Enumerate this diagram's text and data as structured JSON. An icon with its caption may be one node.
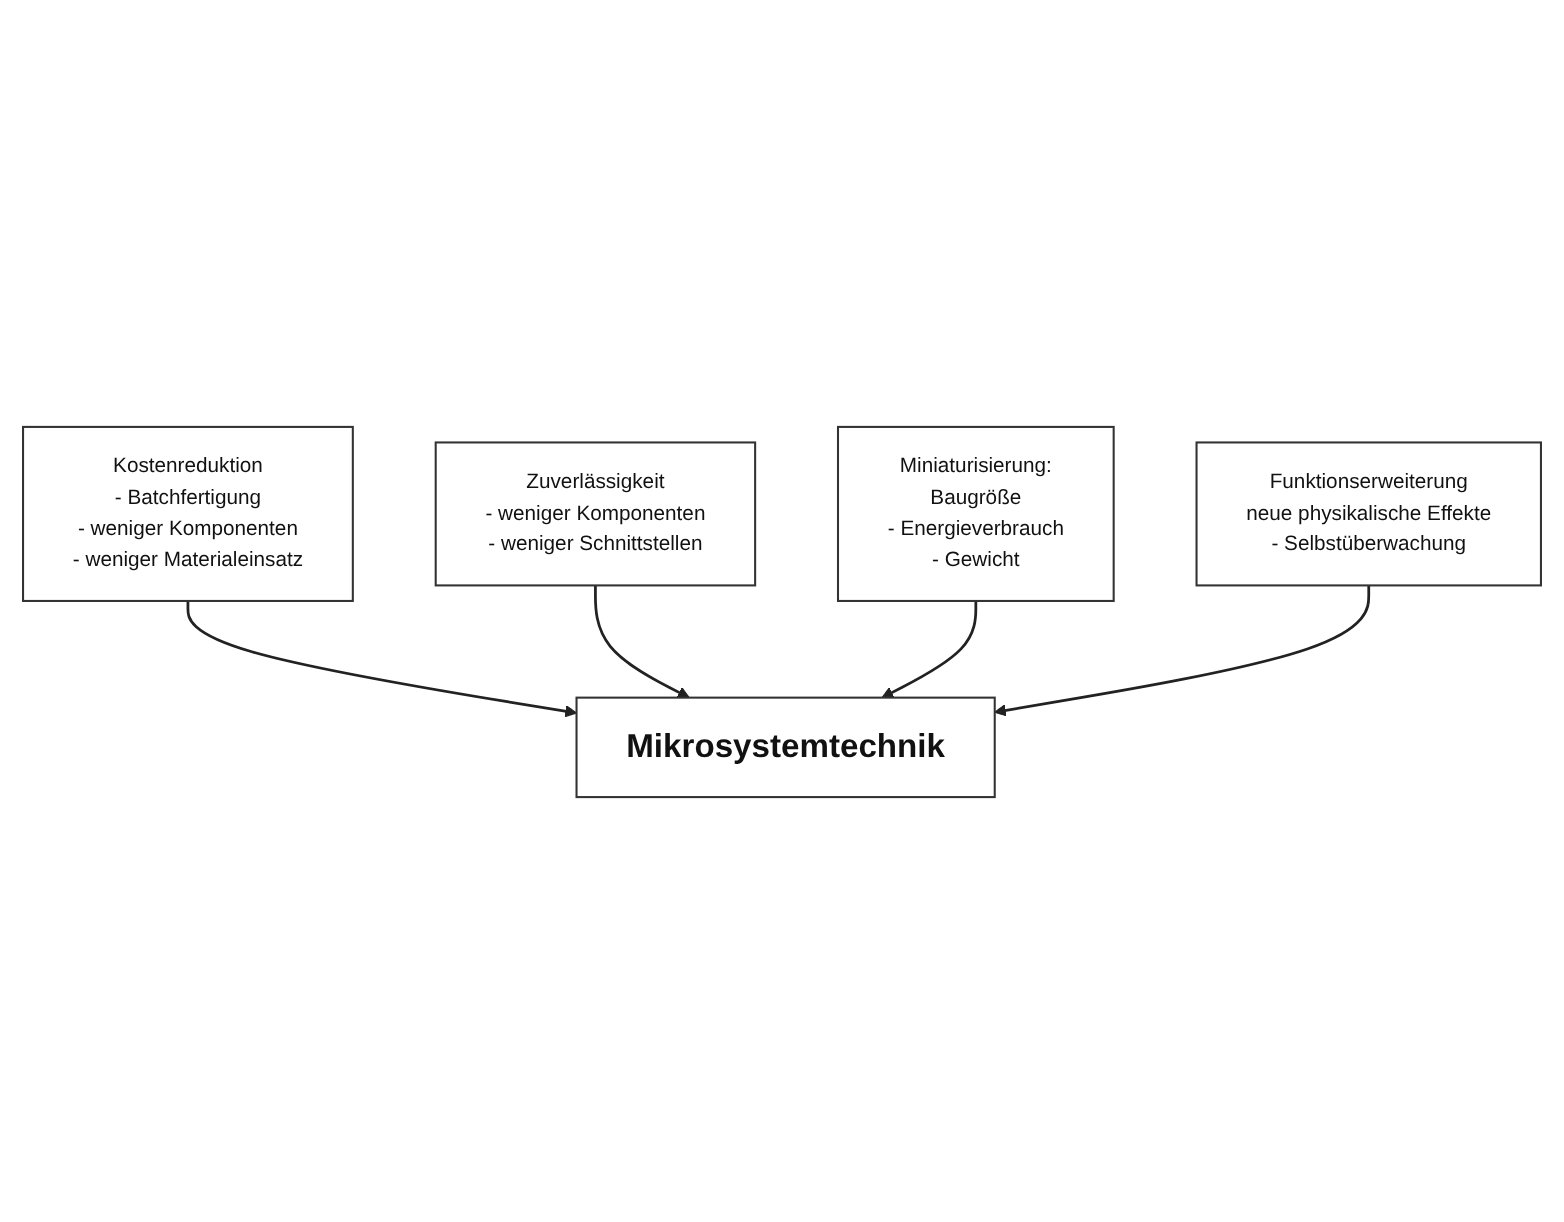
{
  "diagram": {
    "nodes": [
      {
        "text": [
          "Kostenreduktion",
          "- Batchfertigung",
          "- weniger Komponenten",
          "- weniger Materialeinsatz"
        ]
      },
      {
        "text": [
          "Zuverlässigkeit",
          "- weniger Komponenten",
          "- weniger Schnittstellen"
        ]
      },
      {
        "text": [
          "Mikrosystemtechnik"
        ]
      },
      {
        "text": [
          "Miniaturisierung:",
          "Baugröße",
          "- Energieverbrauch",
          "- Gewicht"
        ]
      },
      {
        "text": [
          "Funktionserweiterung",
          "neue physikalische Effekte",
          "- Selbstüberwachung"
        ]
      }
    ],
    "edges": [
      {
        "from": 0,
        "to": 2,
        "arrow": "to"
      },
      {
        "from": 1,
        "to": 2,
        "arrow": "to"
      },
      {
        "from": 3,
        "to": 2,
        "arrow": "to"
      },
      {
        "from": 4,
        "to": 2,
        "arrow": "to"
      }
    ]
  }
}
